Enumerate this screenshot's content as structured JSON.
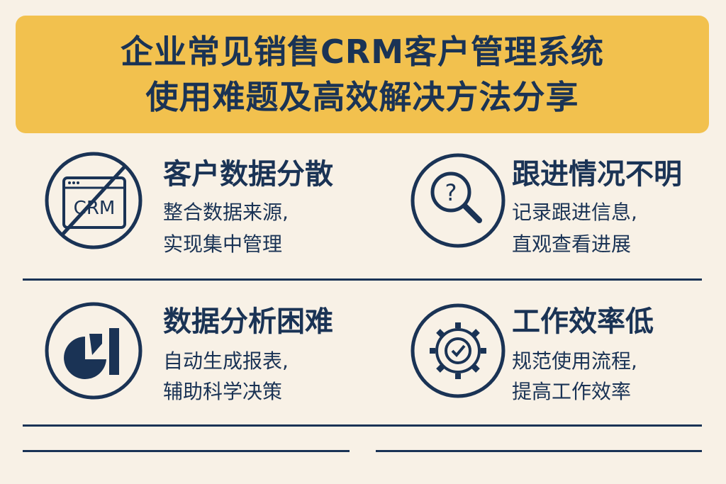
{
  "header": {
    "title_line1": "企业常见销售CRM客户管理系统",
    "title_line2": "使用难题及高效解决方法分享"
  },
  "colors": {
    "background": "#f8f1e6",
    "banner": "#f2c14e",
    "navy": "#1a3355"
  },
  "items": [
    {
      "icon": "crm-window-crossed-icon",
      "icon_text": "CRM",
      "title": "客户数据分散",
      "line1": "整合数据来源,",
      "line2": "实现集中管理"
    },
    {
      "icon": "magnifier-question-icon",
      "title": "跟进情况不明",
      "line1": "记录跟进信息,",
      "line2": "直观查看进展"
    },
    {
      "icon": "pie-bar-chart-icon",
      "title": "数据分析困难",
      "line1": "自动生成报表,",
      "line2": "辅助科学决策"
    },
    {
      "icon": "gear-check-icon",
      "title": "工作效率低",
      "line1": "规范使用流程,",
      "line2": "提高工作效率"
    }
  ]
}
